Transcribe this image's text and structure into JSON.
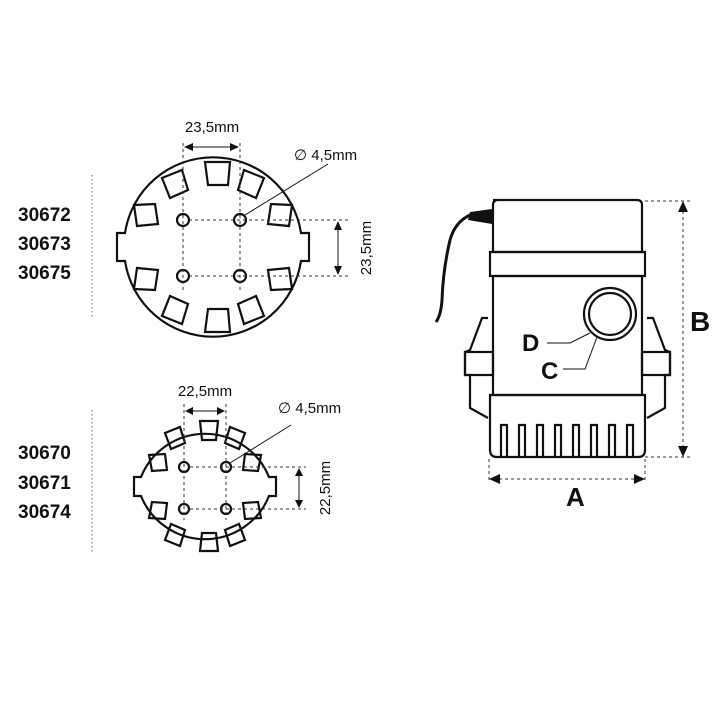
{
  "diagram": {
    "large_base": {
      "models": [
        "30672",
        "30673",
        "30675"
      ],
      "hole_spacing_horizontal": "23,5mm",
      "hole_spacing_vertical": "23,5mm",
      "hole_diameter": "∅ 4,5mm"
    },
    "small_base": {
      "models": [
        "30670",
        "30671",
        "30674"
      ],
      "hole_spacing_horizontal": "22,5mm",
      "hole_spacing_vertical": "22,5mm",
      "hole_diameter": "∅ 4,5mm"
    },
    "pump": {
      "width_label": "A",
      "height_label": "B",
      "outlet_inner_label": "D",
      "outlet_outer_label": "C"
    }
  }
}
